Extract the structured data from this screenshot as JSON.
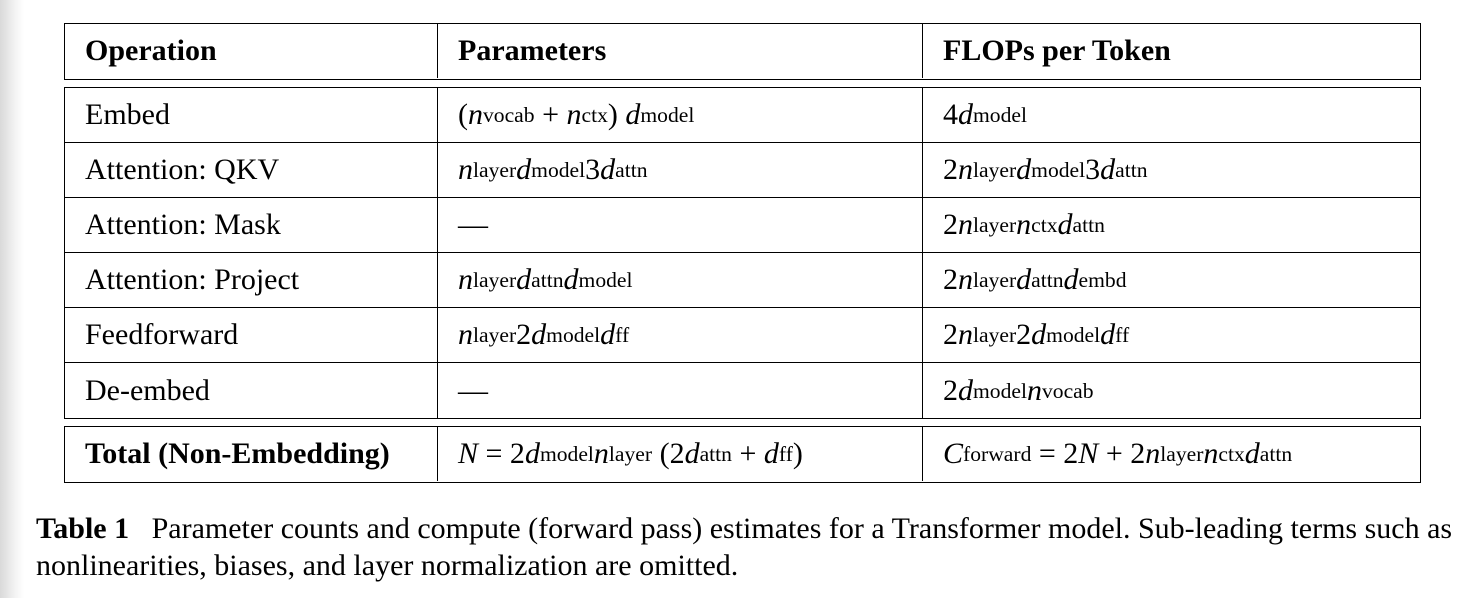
{
  "table": {
    "headers": [
      "Operation",
      "Parameters",
      "FLOPs per Token"
    ],
    "rows": [
      {
        "operation": "Embed",
        "parameters": "(n_vocab + n_ctx) d_model",
        "flops": "4d_model"
      },
      {
        "operation": "Attention: QKV",
        "parameters": "n_layer d_model 3d_attn",
        "flops": "2n_layer d_model 3d_attn"
      },
      {
        "operation": "Attention: Mask",
        "parameters": "—",
        "flops": "2n_layer n_ctx d_attn"
      },
      {
        "operation": "Attention: Project",
        "parameters": "n_layer d_attn d_model",
        "flops": "2n_layer d_attn d_embd"
      },
      {
        "operation": "Feedforward",
        "parameters": "n_layer 2d_model d_ff",
        "flops": "2n_layer 2d_model d_ff"
      },
      {
        "operation": "De-embed",
        "parameters": "—",
        "flops": "2d_model n_vocab"
      }
    ],
    "total": {
      "operation": "Total (Non-Embedding)",
      "parameters": "N = 2d_model n_layer (2d_attn + d_ff)",
      "flops": "C_forward = 2N + 2n_layer n_ctx d_attn"
    }
  },
  "caption": {
    "label": "Table 1",
    "text": "Parameter counts and compute (forward pass) estimates for a Transformer model. Sub-leading terms such as nonlinearities, biases, and layer normalization are omitted."
  }
}
